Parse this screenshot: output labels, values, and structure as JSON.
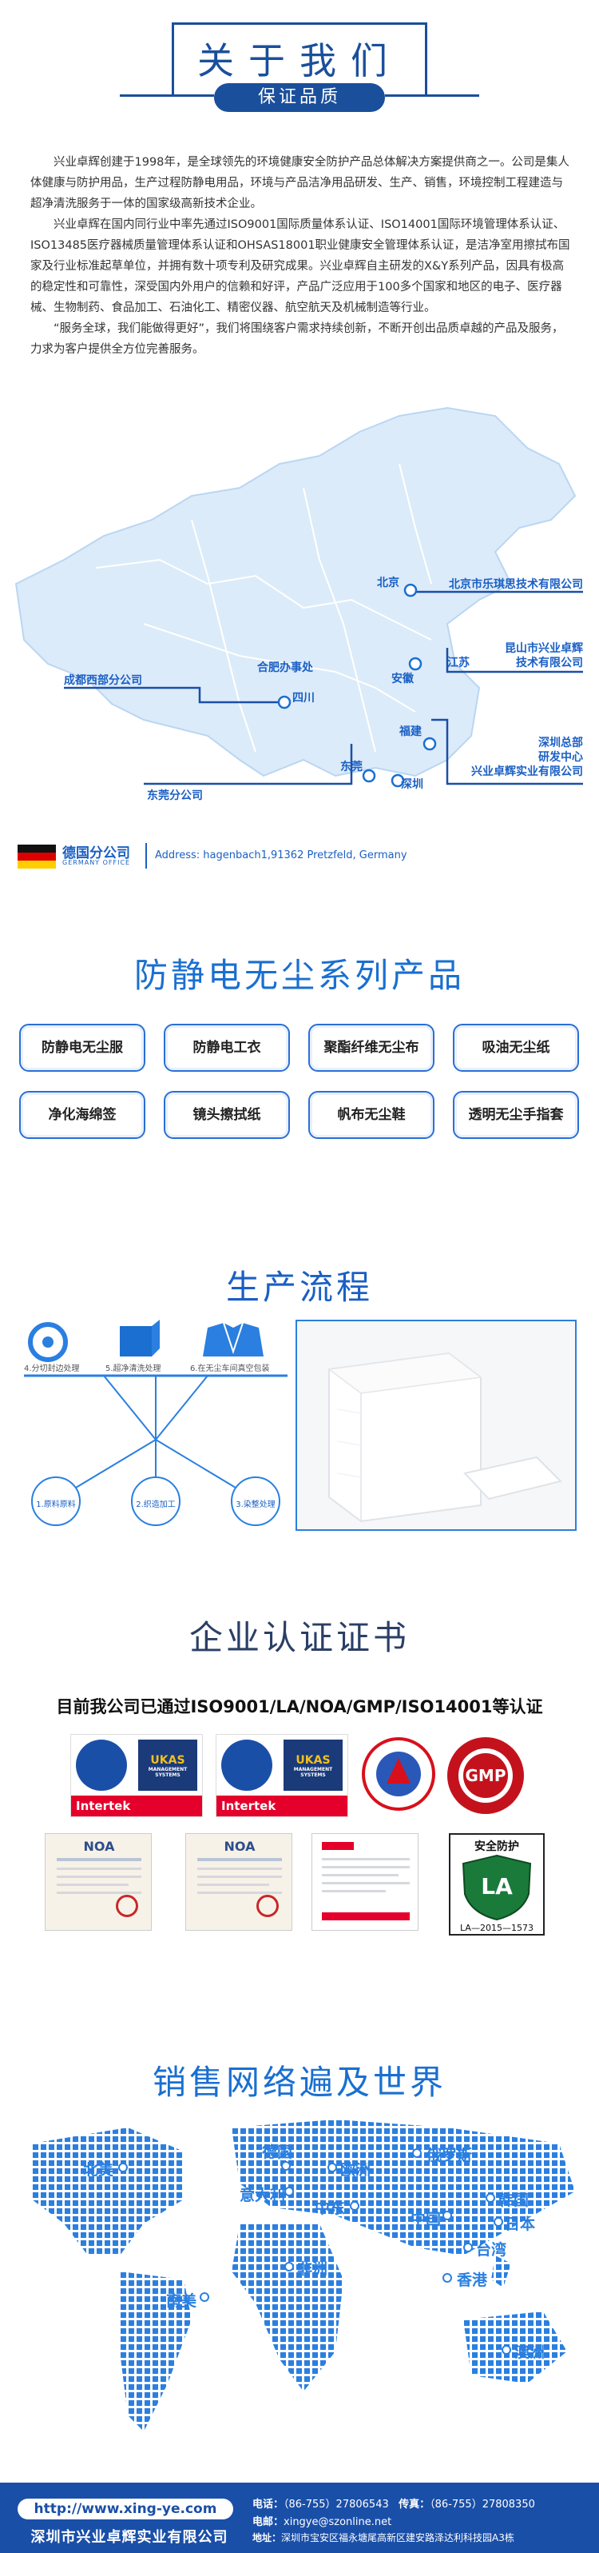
{
  "about": {
    "title": "关于我们",
    "subtitle": "保证品质",
    "paragraphs": [
      "兴业卓辉创建于1998年，是全球领先的环境健康安全防护产品总体解决方案提供商之一。公司是集人体健康与防护用品，生产过程防静电用品，环境与产品洁净用品研发、生产、销售，环境控制工程建造与超净清洗服务于一体的国家级高新技术企业。",
      "兴业卓辉在国内同行业中率先通过ISO9001国际质量体系认证、ISO14001国际环境管理体系认证、ISO13485医疗器械质量管理体系认证和OHSAS18001职业健康安全管理体系认证，是洁净室用擦拭布国家及行业标准起草单位，并拥有数十项专利及研究成果。兴业卓辉自主研发的X&Y系列产品，因具有极高的稳定性和可靠性，深受国内外用户的信赖和好评，产品广泛应用于100多个国家和地区的电子、医疗器械、生物制药、食品加工、石油化工、精密仪器、航空航天及机械制造等行业。",
      "“服务全球，我们能做得更好”，我们将围绕客户需求持续创新，不断开创出品质卓越的产品及服务，力求为客户提供全方位完善服务。"
    ]
  },
  "map": {
    "cities": {
      "beijing": "北京",
      "hefei": "合肥办事处",
      "sichuan": "四川",
      "anhui": "安徽",
      "jiangsu": "江苏",
      "fujian": "福建",
      "dongguan": "东莞",
      "shenzhen": "深圳"
    },
    "branches": {
      "beijing": "北京市乐琪思技术有限公司",
      "chengdu": "成都西部分公司",
      "kunshan_1": "昆山市兴业卓辉",
      "kunshan_2": "技术有限公司",
      "shenzhen_1": "深圳总部",
      "shenzhen_2": "研发中心",
      "shenzhen_3": "兴业卓辉实业有限公司",
      "dongguan": "东莞分公司"
    },
    "germany": {
      "name": "德国分公司",
      "name_en": "GERMANY OFFICE",
      "address": "Address: hagenbach1,91362 Pretzfeld, Germany"
    }
  },
  "products": {
    "title": "防静电无尘系列产品",
    "items": [
      "防静电无尘服",
      "防静电工衣",
      "聚酯纤维无尘布",
      "吸油无尘纸",
      "净化海绵签",
      "镜头擦拭纸",
      "帆布无尘鞋",
      "透明无尘手指套"
    ]
  },
  "process": {
    "title": "生产流程",
    "steps_top": [
      "4.分切封边处理",
      "5.超净清洗处理",
      "6.在无尘车间真空包装"
    ],
    "steps_bottom": [
      "1.原料原料",
      "2.织造加工",
      "3.染整处理"
    ]
  },
  "certs": {
    "title": "企业认证证书",
    "intro": "目前我公司已通过ISO9001/LA/NOA/GMP/ISO14001等认证",
    "intertek": "Intertek",
    "ukas": "UKAS",
    "ukas_sub": "MANAGEMENT SYSTEMS",
    "noa": "NOA",
    "gmp": "GMP",
    "la_head": "安全防护",
    "la": "LA",
    "la_num": "LA—2015—1573"
  },
  "world": {
    "title": "销售网络遍及世界",
    "labels": [
      "北美",
      "德国",
      "意大利",
      "俄罗斯",
      "欧洲",
      "中东",
      "中国",
      "韩国",
      "日本",
      "台湾",
      "非洲",
      "香港",
      "南美",
      "澳洲"
    ]
  },
  "footer": {
    "url": "http://www.xing-ye.com",
    "company": "深圳市兴业卓辉实业有限公司",
    "tel_label": "电话：",
    "tel": "（86-755）27806543",
    "fax_label": "传真：",
    "fax": "（86-755）27808350",
    "email_label": "电邮：",
    "email": "xingye@szonline.net",
    "addr_label": "地址：",
    "addr": "深圳市宝安区福永塘尾高新区建安路泽达利科技园A3栋"
  },
  "colors": {
    "brand": "#1a4f9c",
    "accent": "#2a7fe0",
    "map_fill": "#dcebf9"
  }
}
